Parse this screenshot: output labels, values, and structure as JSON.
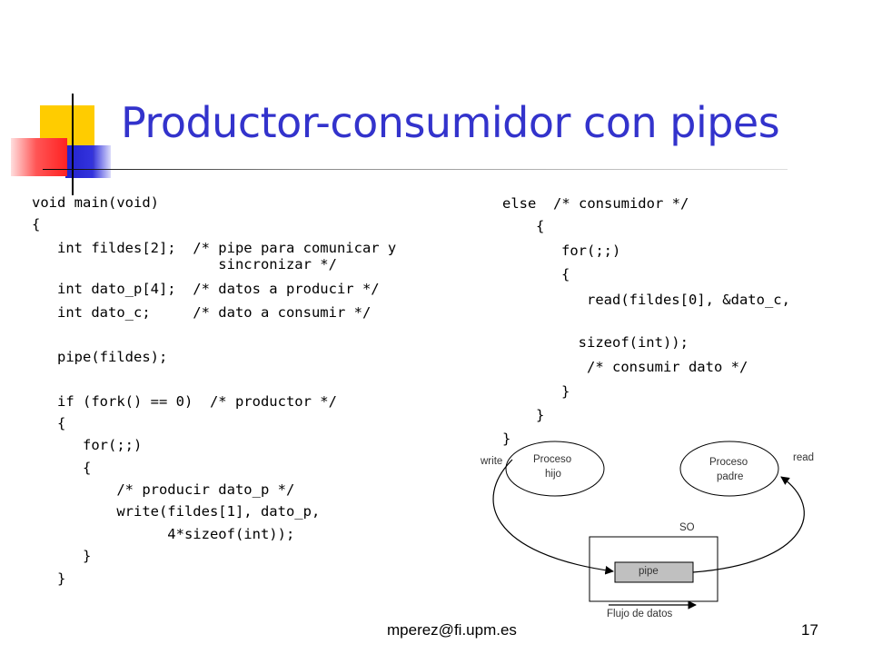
{
  "slide": {
    "title": "Productor-consumidor con pipes",
    "accent_color": "#3333cc",
    "footer_email": "mperez@fi.upm.es",
    "page_number": "17"
  },
  "code_left": [
    "void main(void)",
    "{",
    "   int fildes[2];  /* pipe para comunicar y",
    "                      sincronizar */",
    "   int dato_p[4];  /* datos a producir */",
    "   int dato_c;     /* dato a consumir */",
    "   pipe(fildes);",
    "   if (fork() == 0)  /* productor */",
    "   {",
    "      for(;;)",
    "      {",
    "          /* producir dato_p */",
    "          write(fildes[1], dato_p,",
    "                4*sizeof(int));",
    "      }",
    "   }"
  ],
  "code_right": [
    "else  /* consumidor */",
    "   {",
    "      for(;;)",
    "      {",
    "         read(fildes[0], &dato_c,",
    "        sizeof(int));",
    "         /* consumir dato */",
    "      }",
    "   }",
    "}"
  ],
  "diagram": {
    "child_process": [
      "Proceso",
      "hijo"
    ],
    "parent_process": [
      "Proceso",
      "padre"
    ],
    "write_label": "write",
    "read_label": "read",
    "os_label": "SO",
    "pipe_label": "pipe",
    "flow_label": "Flujo de datos"
  }
}
